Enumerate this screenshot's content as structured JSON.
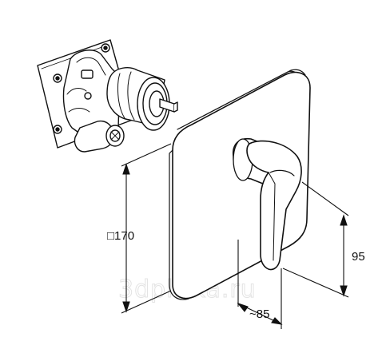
{
  "dimensions": {
    "height": "□170",
    "lever_height": "95",
    "depth": "~85"
  },
  "watermark": "3dplitka.ru",
  "colors": {
    "line": "#111111",
    "background": "#ffffff",
    "watermark": "#e3e3e3"
  }
}
